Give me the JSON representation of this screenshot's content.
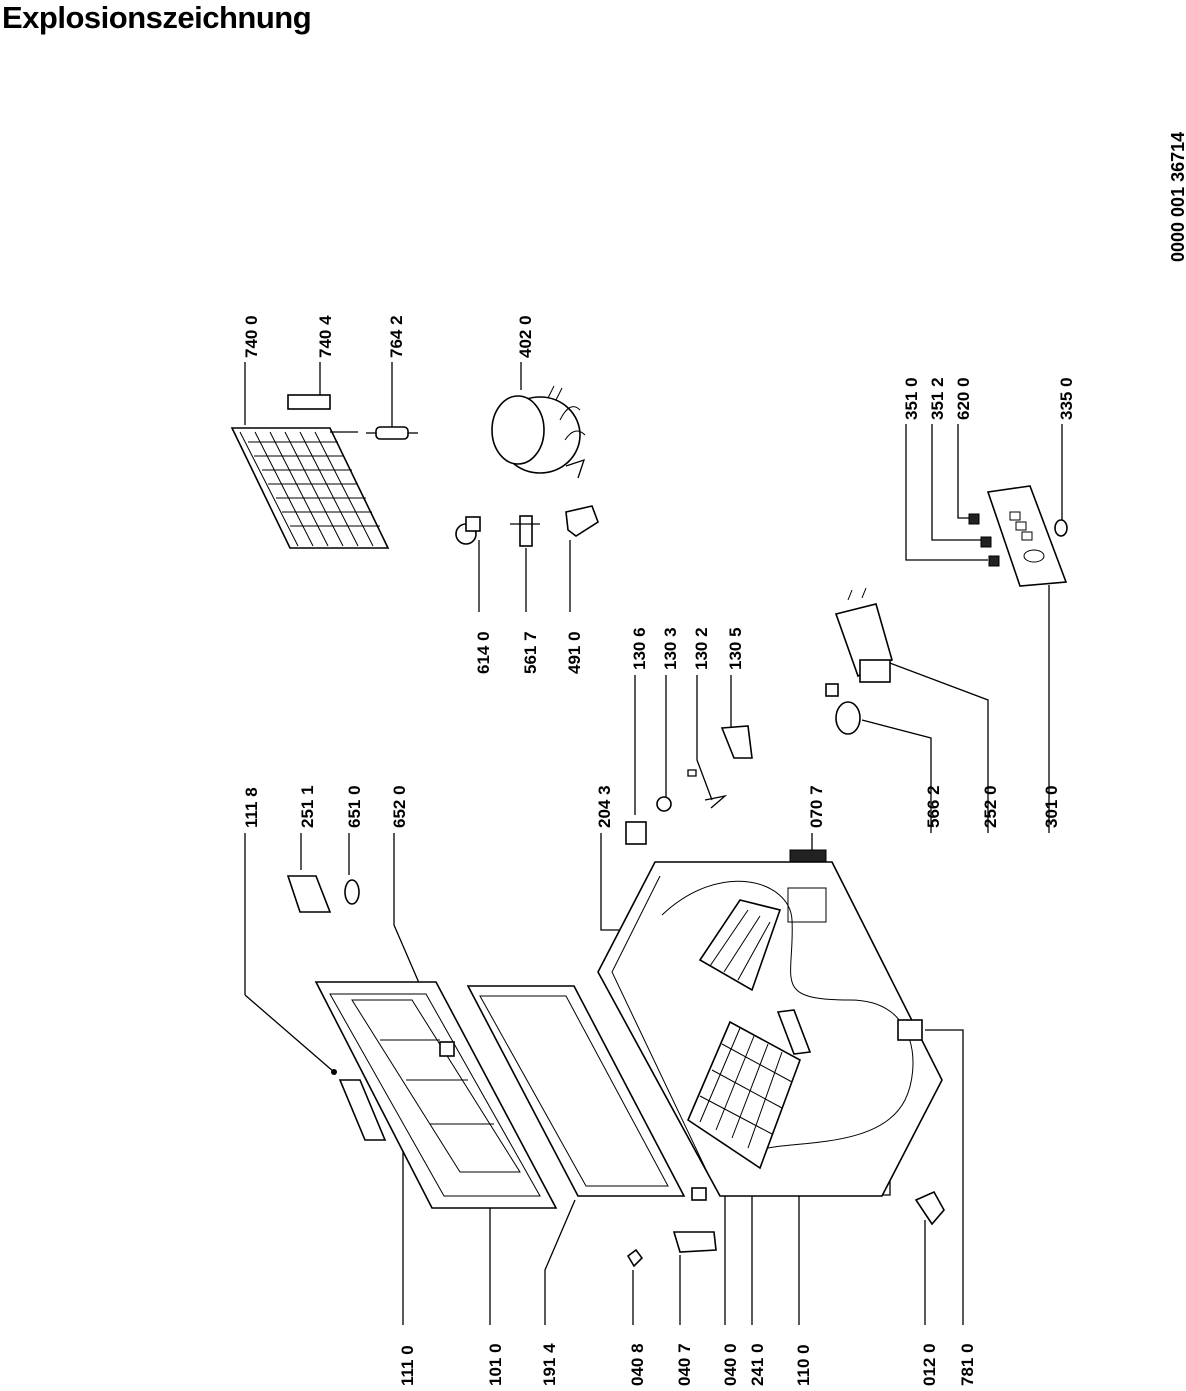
{
  "title": "Explosionszeichnung",
  "document_number": "0000 001 36714",
  "part_labels": {
    "p7400": "740 0",
    "p7404": "740 4",
    "p7642": "764 2",
    "p4020": "402 0",
    "p3510": "351 0",
    "p3512": "351 2",
    "p6200": "620 0",
    "p3350": "335 0",
    "p6140": "614 0",
    "p5617": "561 7",
    "p4910": "491 0",
    "p1306": "130 6",
    "p1303": "130 3",
    "p1302": "130 2",
    "p1305": "130 5",
    "p1118": "111 8",
    "p2511": "251 1",
    "p6510": "651 0",
    "p6520": "652 0",
    "p2043": "204 3",
    "p0707": "070 7",
    "p5662": "566 2",
    "p2520": "252 0",
    "p3010": "301 0",
    "p1110": "111 0",
    "p1010": "101 0",
    "p1914": "191 4",
    "p0408": "040 8",
    "p0407": "040 7",
    "p0400": "040 0",
    "p2410": "241 0",
    "p1100": "110 0",
    "p0120": "012 0",
    "p7810": "781 0"
  }
}
